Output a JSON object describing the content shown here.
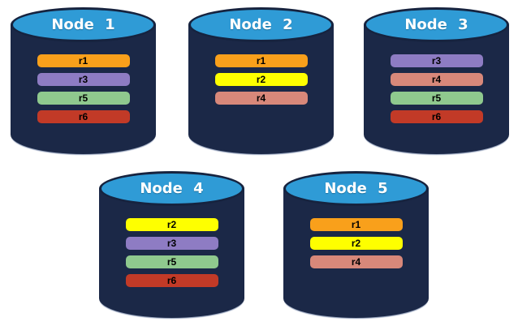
{
  "diagram": {
    "background": "#ffffff",
    "cylinder_body_color": "#1b2847",
    "cylinder_top_color": "#2f9bd6",
    "cylinder_outline_color": "#16233f",
    "replica_colors": {
      "r1": "#f9a01b",
      "r2": "#feff00",
      "r3": "#8e7cc3",
      "r4": "#d8887a",
      "r5": "#8fc98e",
      "r6": "#c23a27"
    },
    "nodes": [
      {
        "label": "Node 1",
        "replicas": [
          "r1",
          "r3",
          "r5",
          "r6"
        ]
      },
      {
        "label": "Node 2",
        "replicas": [
          "r1",
          "r2",
          "r4"
        ]
      },
      {
        "label": "Node 3",
        "replicas": [
          "r3",
          "r4",
          "r5",
          "r6"
        ]
      },
      {
        "label": "Node 4",
        "replicas": [
          "r2",
          "r3",
          "r5",
          "r6"
        ]
      },
      {
        "label": "Node 5",
        "replicas": [
          "r1",
          "r2",
          "r4"
        ]
      }
    ]
  }
}
